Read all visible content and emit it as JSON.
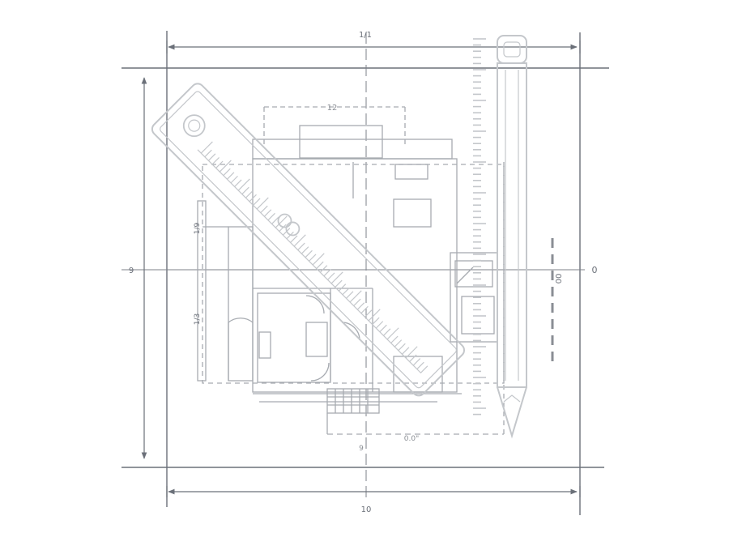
{
  "colors": {
    "frame": "#6b7079",
    "dimension": "#7d828a",
    "plan": "#a7abb1",
    "tool": "#c4c7cb",
    "dash": "#8a8e94",
    "background": "#ffffff"
  },
  "icons": [
    "ruler-icon",
    "pencil-icon"
  ],
  "dimensions": {
    "top": "1/1",
    "bottom": "10",
    "right": "0",
    "left": "9",
    "plan_top": "12",
    "plan_left_upper": "1/9",
    "plan_left_lower": "1/3",
    "plan_bottom": "0.0\"",
    "plan_bottom_small": "9",
    "right_vertical": "00"
  }
}
